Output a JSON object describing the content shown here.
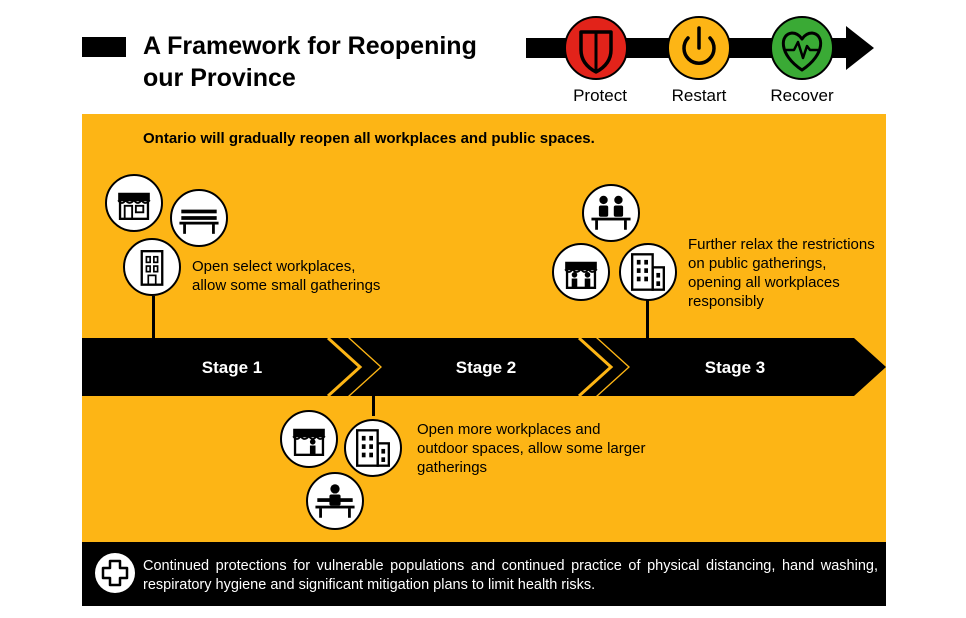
{
  "header": {
    "title": "A Framework for Reopening our Province",
    "phases": [
      {
        "label": "Protect",
        "color": "#E2231A",
        "icon": "shield-icon"
      },
      {
        "label": "Restart",
        "color": "#FDB515",
        "icon": "power-icon"
      },
      {
        "label": "Recover",
        "color": "#3AAA35",
        "icon": "heart-pulse-icon"
      }
    ]
  },
  "panel": {
    "color": "#FDB515",
    "intro": "Ontario will gradually reopen all workplaces and public spaces."
  },
  "stages": [
    {
      "label": "Stage 1",
      "description": "Open select workplaces, allow some small gatherings"
    },
    {
      "label": "Stage 2",
      "description": "Open more workplaces and outdoor spaces, allow some larger gatherings"
    },
    {
      "label": "Stage 3",
      "description": "Further relax the restrictions on public gatherings, opening all workplaces responsibly"
    }
  ],
  "footer": {
    "icon": "plus-icon",
    "text": "Continued protections for vulnerable populations and continued practice of physical distancing, hand washing, respiratory hygiene and significant mitigation plans to limit health risks."
  }
}
